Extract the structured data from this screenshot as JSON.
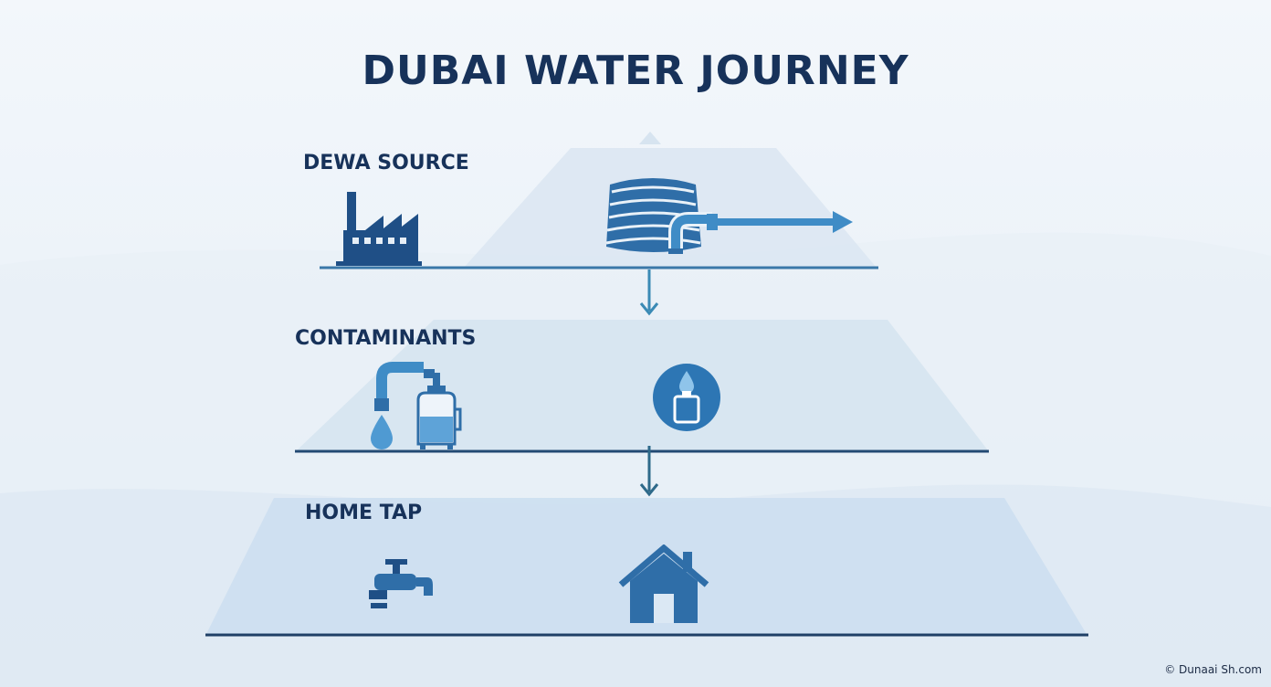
{
  "title": "DUBAI WATER JOURNEY",
  "tiers": [
    {
      "label": "DEWA SOURCE",
      "icons": [
        "factory-icon",
        "water-tank-icon",
        "pipe-arrow-icon"
      ]
    },
    {
      "label": "CONTAMINANTS",
      "icons": [
        "faucet-drip-icon",
        "filter-tank-icon",
        "water-bottle-icon"
      ]
    },
    {
      "label": "HOME TAP",
      "icons": [
        "tap-icon",
        "house-icon"
      ]
    }
  ],
  "credit": "© Dunaai Sh.com",
  "colors": {
    "title": "#17325a",
    "accent": "#2f7fb8",
    "dark": "#1f4f86",
    "line": "#2b5d86"
  }
}
